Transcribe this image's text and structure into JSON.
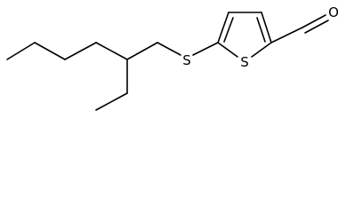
{
  "molecule": {
    "atoms": {
      "sulfur_thioether": "S",
      "sulfur_ring": "S",
      "oxygen": "O"
    }
  }
}
